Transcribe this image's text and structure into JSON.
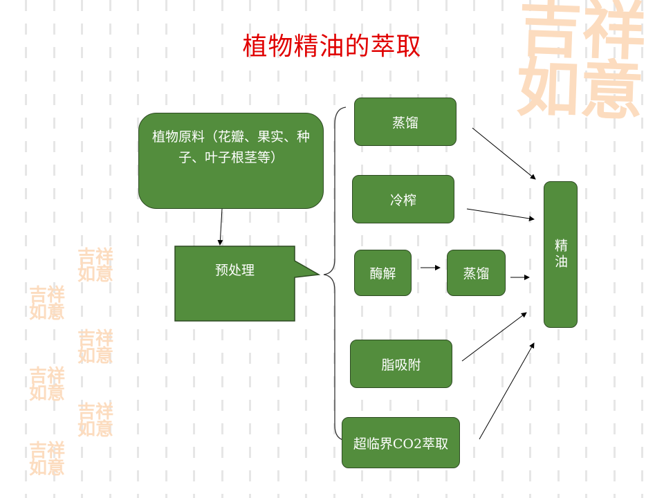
{
  "title": "植物精油的萃取",
  "raw_material": "植物原料（花瓣、果实、种子、叶子根茎等）",
  "pretreatment": "预处理",
  "methods": {
    "distillation": "蒸馏",
    "cold_press": "冷榨",
    "enzymolysis": "酶解",
    "enzymolysis_distillation": "蒸馏",
    "enfleurage": "脂吸附",
    "supercritical": "超临界CO2萃取"
  },
  "product": "精油",
  "decoration": {
    "seal_text": "吉祥如意"
  },
  "colors": {
    "box_fill": "#538d3d",
    "title": "#e00000",
    "seal": "#fcdcbf"
  }
}
